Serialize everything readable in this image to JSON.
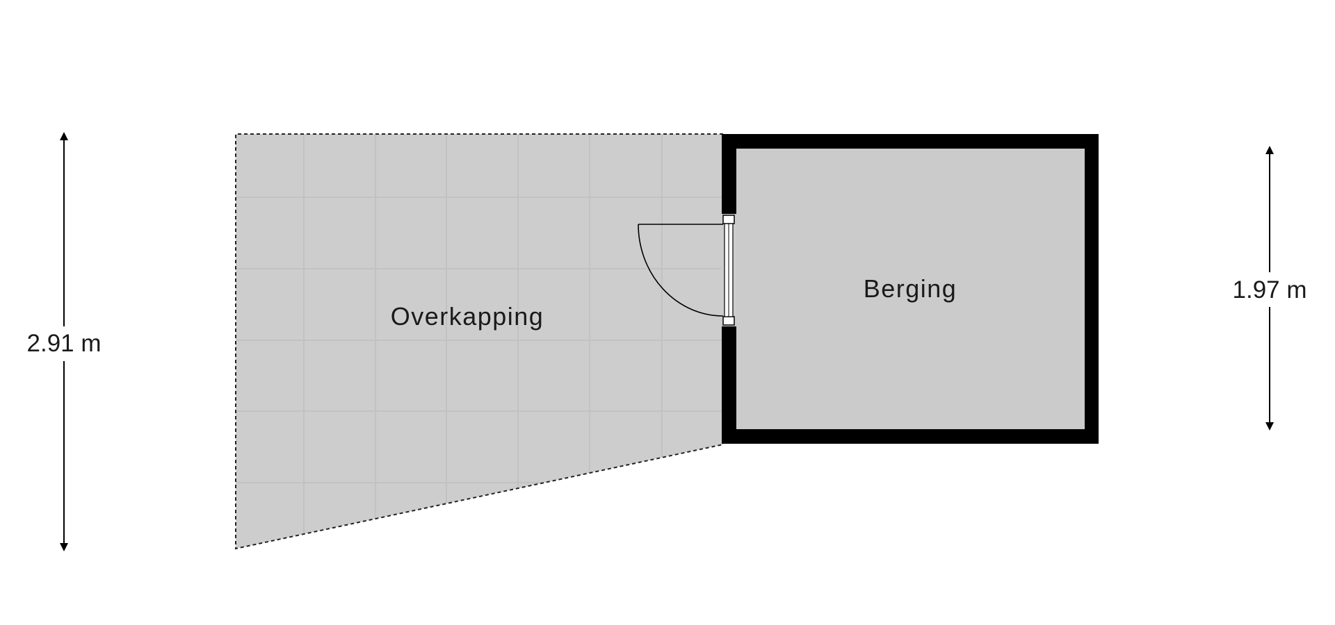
{
  "rooms": {
    "overkapping": {
      "label": "Overkapping"
    },
    "berging": {
      "label": "Berging"
    }
  },
  "dimensions": {
    "left": {
      "label": "2.91 m"
    },
    "right": {
      "label": "1.97 m"
    }
  },
  "colors": {
    "wall": "#000000",
    "overkapping_fill": "#cdcdcd",
    "berging_fill": "#cbcbcb",
    "tile_line": "#c3c3c3",
    "dimension_line": "#000000"
  }
}
